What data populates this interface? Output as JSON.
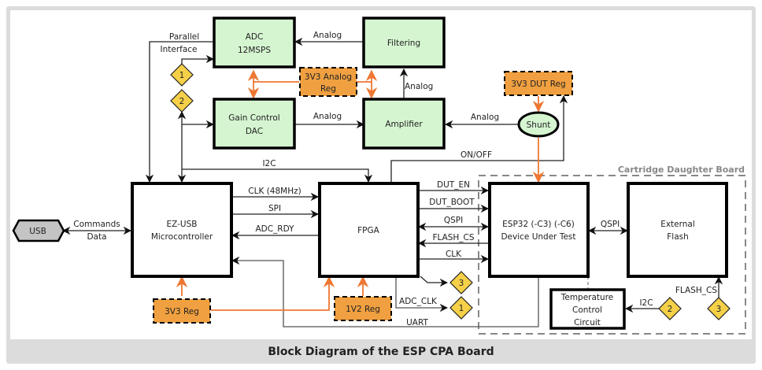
{
  "caption": "Block Diagram of the ESP CPA Board",
  "blocks": {
    "usb": "USB",
    "ezusb_line1": "EZ-USB",
    "ezusb_line2": "Microcontroller",
    "fpga": "FPGA",
    "esp32_line1": "ESP32 (-C3) (-C6)",
    "esp32_line2": "Device Under Test",
    "flash_line1": "External",
    "flash_line2": "Flash",
    "adc_line1": "ADC",
    "adc_line2": "12MSPS",
    "filtering": "Filtering",
    "gain_line1": "Gain Control",
    "gain_line2": "DAC",
    "amplifier": "Amplifier",
    "shunt": "Shunt",
    "temp_line1": "Temperature",
    "temp_line2": "Control",
    "temp_line3": "Circuit"
  },
  "regulators": {
    "analog_line1": "3V3 Analog",
    "analog_line2": "Reg",
    "dut": "3V3 DUT Reg",
    "r3v3": "3V3 Reg",
    "r1v2": "1V2 Reg"
  },
  "group": {
    "cartridge": "Cartridge Daughter Board"
  },
  "signals": {
    "parallel_line1": "Parallel",
    "parallel_line2": "Interface",
    "analog": "Analog",
    "i2c": "I2C",
    "on_off": "ON/OFF",
    "commands": "Commands",
    "data": "Data",
    "clk48": "CLK (48MHz)",
    "spi": "SPI",
    "adc_rdy": "ADC_RDY",
    "dut_en": "DUT_EN",
    "dut_boot": "DUT_BOOT",
    "qspi": "QSPI",
    "flash_cs": "FLASH_CS",
    "clk": "CLK",
    "adc_clk": "ADC_CLK",
    "uart": "UART"
  },
  "connectors": [
    "1",
    "2",
    "3"
  ]
}
